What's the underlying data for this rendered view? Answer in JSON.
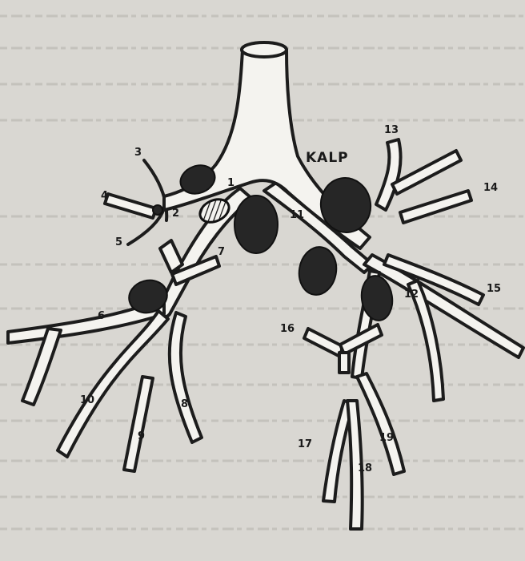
{
  "diagram": {
    "title": "KALP",
    "labels": [
      "1",
      "2",
      "3",
      "4",
      "5",
      "6",
      "7",
      "8",
      "9",
      "10",
      "11",
      "12",
      "13",
      "14",
      "15",
      "16",
      "17",
      "18",
      "19"
    ]
  }
}
